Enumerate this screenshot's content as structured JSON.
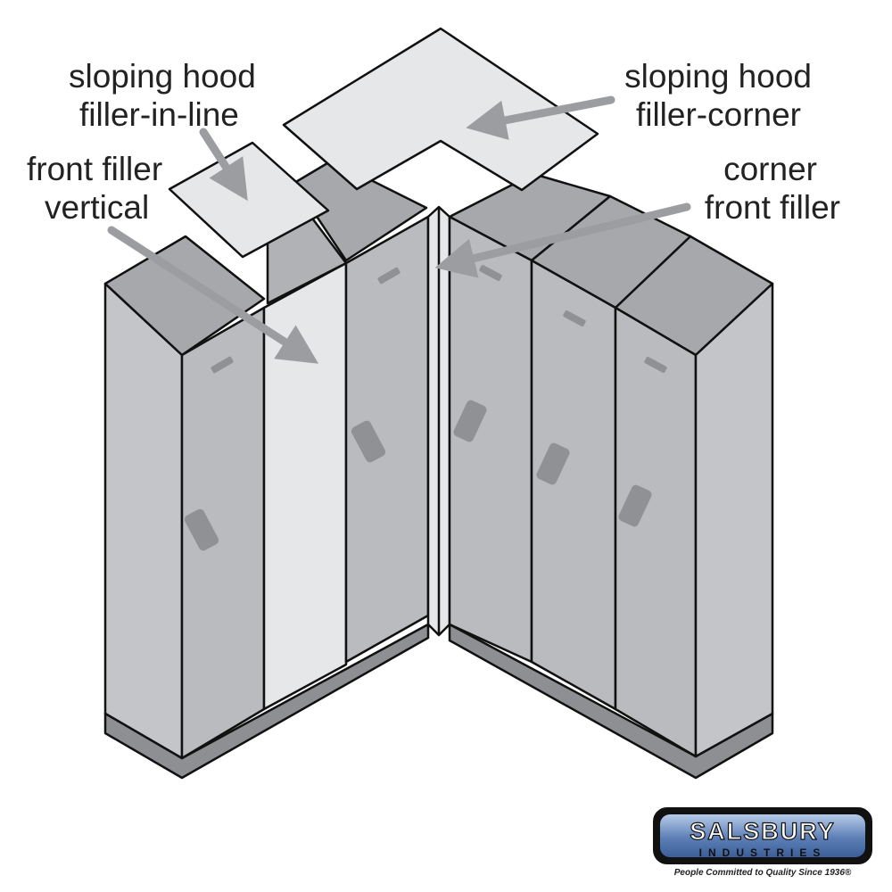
{
  "labels": {
    "hood_inline": [
      "sloping hood",
      "filler-in-line"
    ],
    "hood_corner": [
      "sloping hood",
      "filler-corner"
    ],
    "front_vertical": [
      "front filler",
      "vertical"
    ],
    "corner_front": [
      "corner",
      "front filler"
    ]
  },
  "logo": {
    "name": "SALSBURY",
    "subtitle": "INDUSTRIES",
    "tagline": "People Committed to Quality Since 1936®"
  },
  "colors": {
    "locker": "#b9bbbf",
    "locker_side": "#c3c5c9",
    "locker_top": "#a6a8ac",
    "base": "#8d8f93",
    "filler": "#e6e7e9",
    "outline": "#111111",
    "arrow": "#9b9da1"
  }
}
